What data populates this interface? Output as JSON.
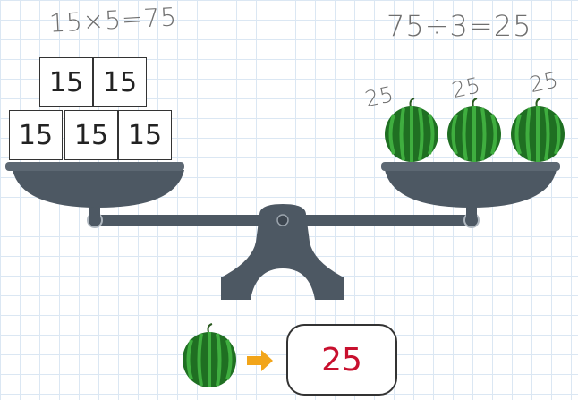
{
  "equations": {
    "left": "15×5=75",
    "right": "75÷3=25"
  },
  "left_pan": {
    "boxes": [
      "15",
      "15",
      "15",
      "15",
      "15"
    ]
  },
  "right_pan": {
    "weight_labels": [
      "25",
      "25",
      "25"
    ],
    "item_icon": "watermelon-icon"
  },
  "result": {
    "value": "25",
    "arrow_icon": "arrow-right-icon"
  },
  "colors": {
    "scale": "#4d5863",
    "scale_dark": "#3d4650",
    "watermelon_green": "#2d8a2d",
    "result_text": "#c8102e",
    "arrow": "#f2a51a"
  }
}
